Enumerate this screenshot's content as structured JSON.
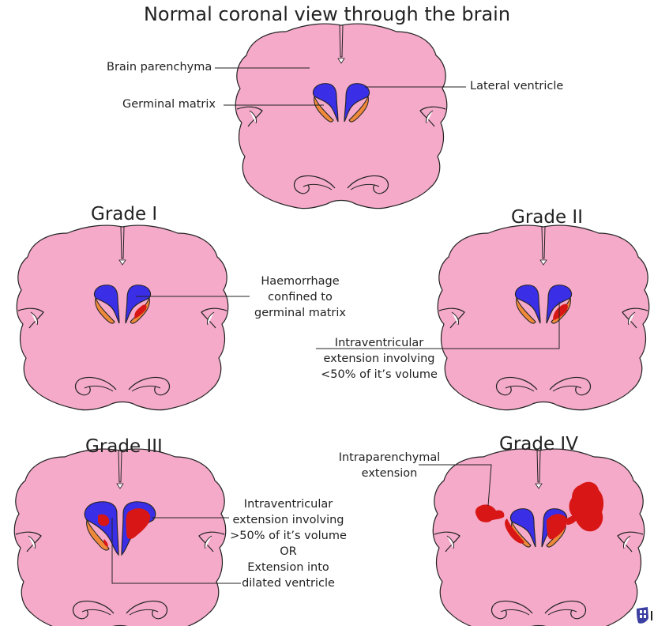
{
  "title": "Normal coronal view through the brain",
  "normal_labels": {
    "parenchyma": "Brain parenchyma",
    "germinal_matrix": "Germinal matrix",
    "lateral_ventricle": "Lateral ventricle"
  },
  "grades": [
    {
      "name": "Grade I",
      "annotation": [
        "Haemorrhage",
        "confined to",
        "germinal matrix"
      ]
    },
    {
      "name": "Grade II",
      "annotation": [
        "Intraventricular",
        "extension involving",
        "<50% of it’s volume"
      ]
    },
    {
      "name": "Grade III",
      "annotation": [
        "Intraventricular",
        "extension involving",
        ">50% of it’s volume",
        "OR",
        "Extension into",
        "dilated ventricle"
      ]
    },
    {
      "name": "Grade IV",
      "annotation": [
        "Intraparenchymal",
        "extension"
      ]
    }
  ],
  "colors": {
    "parenchyma": "#f4aac8",
    "ventricle": "#3a2ee6",
    "germinal_matrix": "#f08a3a",
    "haemorrhage": "#d81616",
    "outline": "#222222"
  },
  "icons": [
    "logo-icon"
  ]
}
